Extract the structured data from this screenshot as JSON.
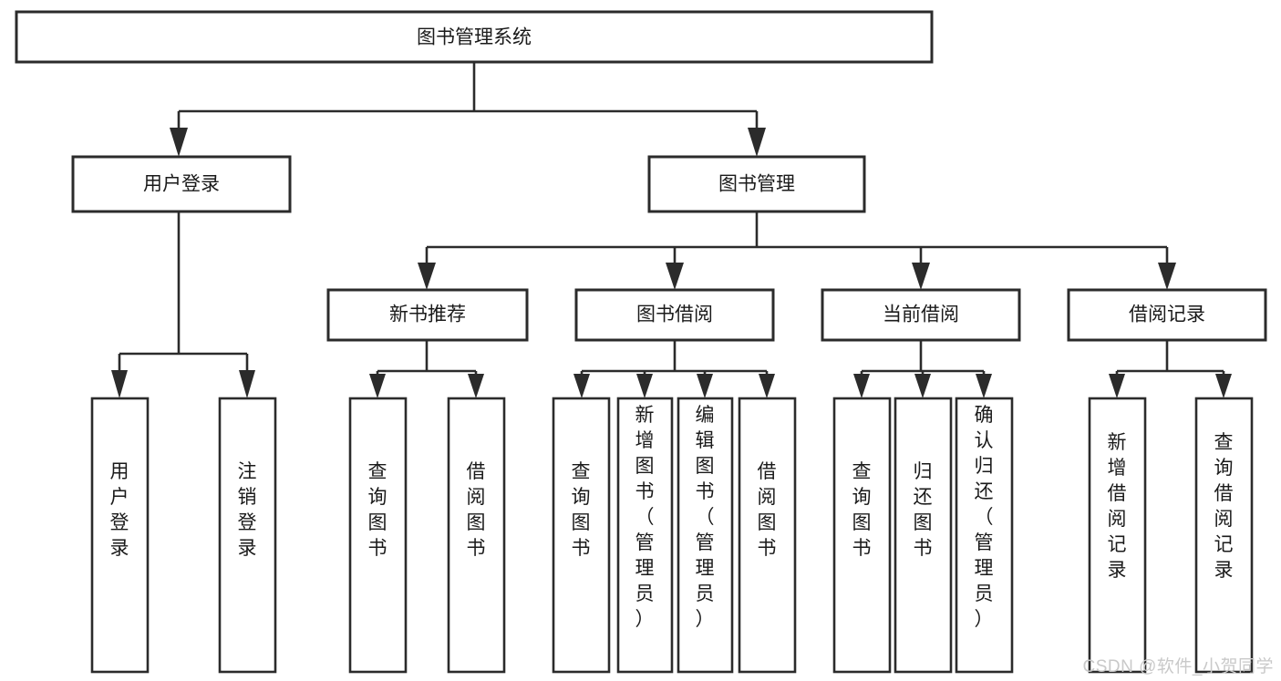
{
  "diagram": {
    "type": "tree-hierarchy",
    "title": "图书管理系统",
    "orientation": "top-down",
    "colors": {
      "box_stroke": "#2b2b2b",
      "box_fill": "#ffffff",
      "connector": "#2b2b2b",
      "text": "#1a1a1a",
      "background": "#ffffff",
      "watermark": "#c9c9c9"
    },
    "levels": {
      "root": {
        "label": "图书管理系统"
      },
      "level2": [
        {
          "label": "用户登录"
        },
        {
          "label": "图书管理"
        }
      ],
      "level3": [
        {
          "label": "新书推荐"
        },
        {
          "label": "图书借阅"
        },
        {
          "label": "当前借阅"
        },
        {
          "label": "借阅记录"
        }
      ],
      "leaves": {
        "user_login": [
          {
            "label": "用户登录"
          },
          {
            "label": "注销登录"
          }
        ],
        "new_book_recommend": [
          {
            "label": "查询图书"
          },
          {
            "label": "借阅图书"
          }
        ],
        "book_borrow": [
          {
            "label": "查询图书"
          },
          {
            "label": "新增图书（管理员）"
          },
          {
            "label": "编辑图书（管理员）"
          },
          {
            "label": "借阅图书"
          }
        ],
        "current_borrow": [
          {
            "label": "查询图书"
          },
          {
            "label": "归还图书"
          },
          {
            "label": "确认归还（管理员）"
          }
        ],
        "borrow_record": [
          {
            "label": "新增借阅记录"
          },
          {
            "label": "查询借阅记录"
          }
        ]
      }
    }
  },
  "watermark": {
    "text": "CSDN @软件_小贺同学"
  }
}
